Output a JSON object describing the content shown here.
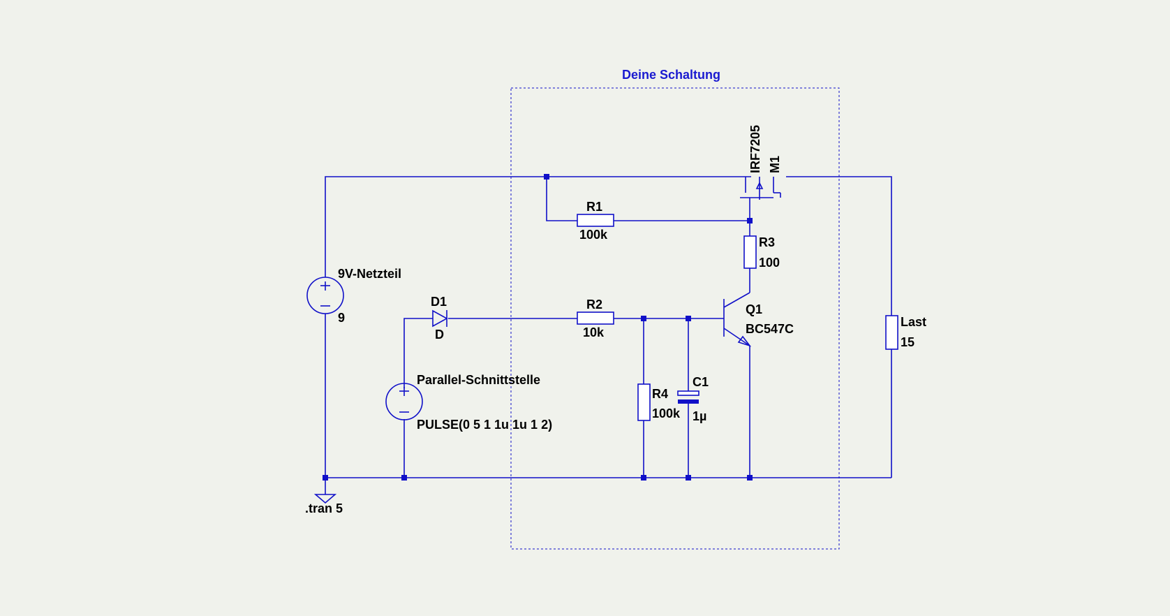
{
  "diagram": {
    "frame_title": "Deine Schaltung",
    "colors": {
      "wire": "#1010c8",
      "text": "#000000",
      "title": "#1a1ad0",
      "background": "#f0f2ec"
    },
    "components": {
      "v1": {
        "name": "9V-Netzteil",
        "value": "9"
      },
      "v2": {
        "name": "Parallel-Schnittstelle",
        "value": "PULSE(0 5 1 1u 1u 1 2)"
      },
      "d1": {
        "name": "D1",
        "value": "D"
      },
      "r1": {
        "name": "R1",
        "value": "100k"
      },
      "r2": {
        "name": "R2",
        "value": "10k"
      },
      "r3": {
        "name": "R3",
        "value": "100"
      },
      "r4": {
        "name": "R4",
        "value": "100k"
      },
      "c1": {
        "name": "C1",
        "value": "1µ"
      },
      "q1": {
        "name": "Q1",
        "value": "BC547C"
      },
      "m1": {
        "name": "M1",
        "value": "IRF7205"
      },
      "load": {
        "name": "Last",
        "value": "15"
      }
    },
    "directive": ".tran 5"
  }
}
